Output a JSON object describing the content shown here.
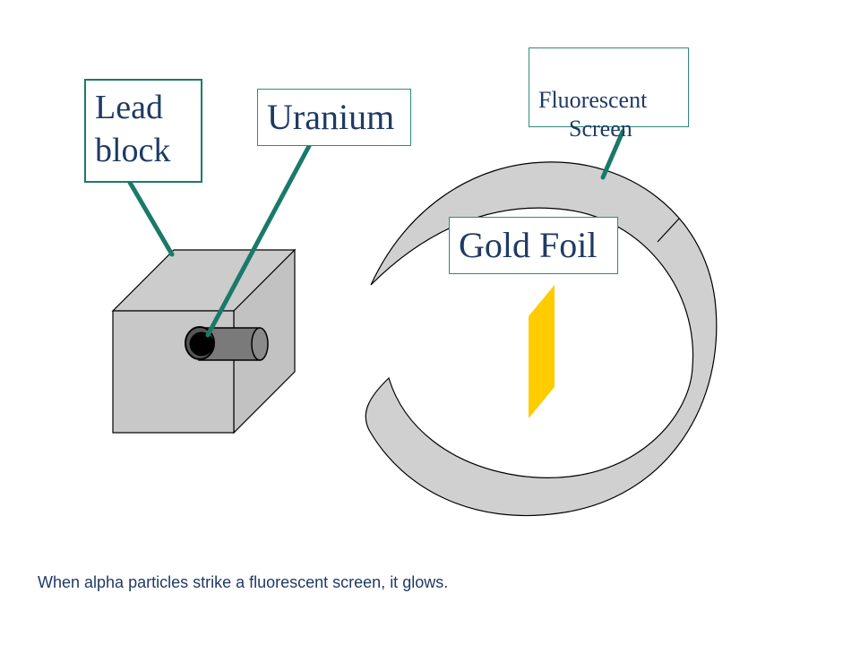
{
  "labels": {
    "lead_block": "Lead\nblock",
    "uranium": "Uranium",
    "screen_line1": "Fluorescent",
    "screen_line2": "Screen",
    "gold_foil": "Gold Foil"
  },
  "caption": "When alpha particles strike a fluorescent screen, it glows.",
  "colors": {
    "leader_line": "#1a7a6a",
    "box": "#c8c8c8",
    "screen": "#d0d0d0",
    "gold_foil": "#ffcc00"
  }
}
